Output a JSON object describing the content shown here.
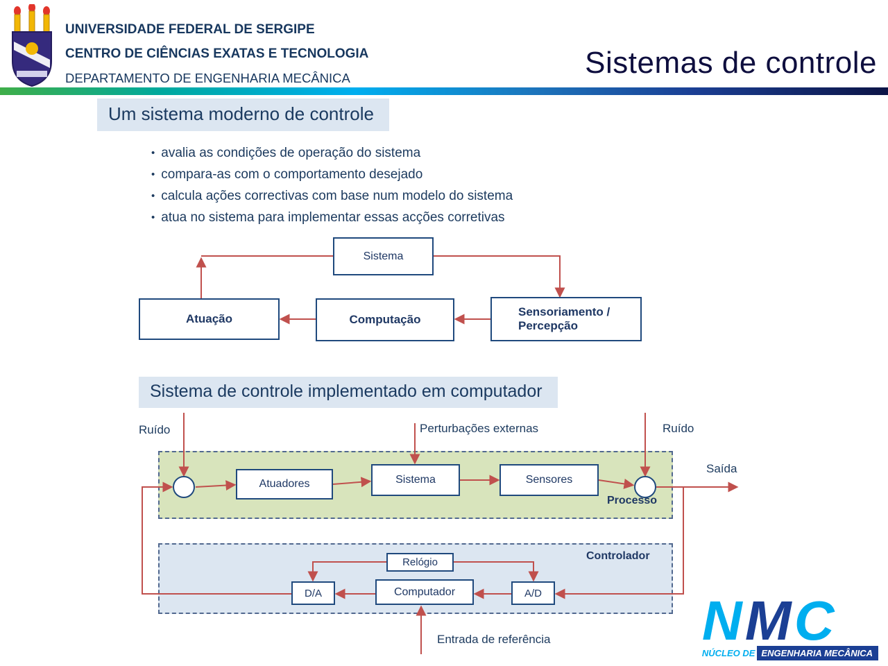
{
  "header": {
    "org_line1": "UNIVERSIDADE FEDERAL DE SERGIPE",
    "org_line2": "CENTRO DE CIÊNCIAS EXATAS E TECNOLOGIA",
    "org_line3": "DEPARTAMENTO DE ENGENHARIA MECÂNICA",
    "slide_title": "Sistemas de controle"
  },
  "section1": {
    "title": "Um sistema moderno de controle",
    "bullets": [
      "avalia as condições de operação do sistema",
      "compara-as com o comportamento desejado",
      "calcula ações correctivas com base num modelo do sistema",
      "atua no sistema para implementar essas acções corretivas"
    ]
  },
  "diagram1": {
    "boxes": {
      "sistema": "Sistema",
      "atuacao": "Atuação",
      "computacao": "Computação",
      "sensoriamento_line1": "Sensoriamento /",
      "sensoriamento_line2": "Percepção"
    }
  },
  "section2": {
    "title": "Sistema de controle implementado em computador"
  },
  "diagram2": {
    "labels": {
      "ruido_left": "Ruído",
      "perturbacoes": "Perturbações externas",
      "ruido_right": "Ruído",
      "saida": "Saída",
      "processo": "Processo",
      "controlador": "Controlador",
      "entrada_referencia": "Entrada de referência"
    },
    "boxes": {
      "atuadores": "Atuadores",
      "sistema": "Sistema",
      "sensores": "Sensores",
      "relogio": "Relógio",
      "computador": "Computador",
      "da": "D/A",
      "ad": "A/D"
    }
  },
  "footer_logo": {
    "letter_n": "N",
    "letter_m": "M",
    "letter_c": "C",
    "subtitle_part1": "NÚCLEO DE",
    "subtitle_part2": "ENGENHARIA MECÂNICA"
  },
  "colors": {
    "arrow_red": "#C0504D",
    "box_border_blue": "#1F497D",
    "panel_green": "#D8E4BC",
    "panel_blue": "#DCE6F1",
    "section_bg": "#DCE6F1",
    "text_navy": "#17375E",
    "nmc_cyan": "#00AEEF",
    "nmc_navy": "#1B3F94"
  }
}
